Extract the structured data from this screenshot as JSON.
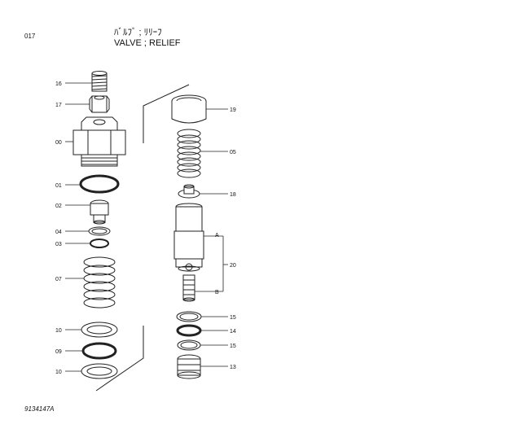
{
  "header": {
    "page_number": "017",
    "title_katakana": "ﾊﾞﾙﾌﾞ ; ﾘﾘｰﾌ",
    "title_english": "VALVE ; RELIEF"
  },
  "footer": {
    "drawing_code": "9134147A"
  },
  "callouts": {
    "left": [
      "16",
      "17",
      "00",
      "01",
      "02",
      "04",
      "03",
      "07",
      "10",
      "09",
      "10"
    ],
    "right": [
      "19",
      "05",
      "18",
      "20",
      "15",
      "14",
      "15",
      "13"
    ],
    "letters": [
      "A",
      "B"
    ]
  }
}
